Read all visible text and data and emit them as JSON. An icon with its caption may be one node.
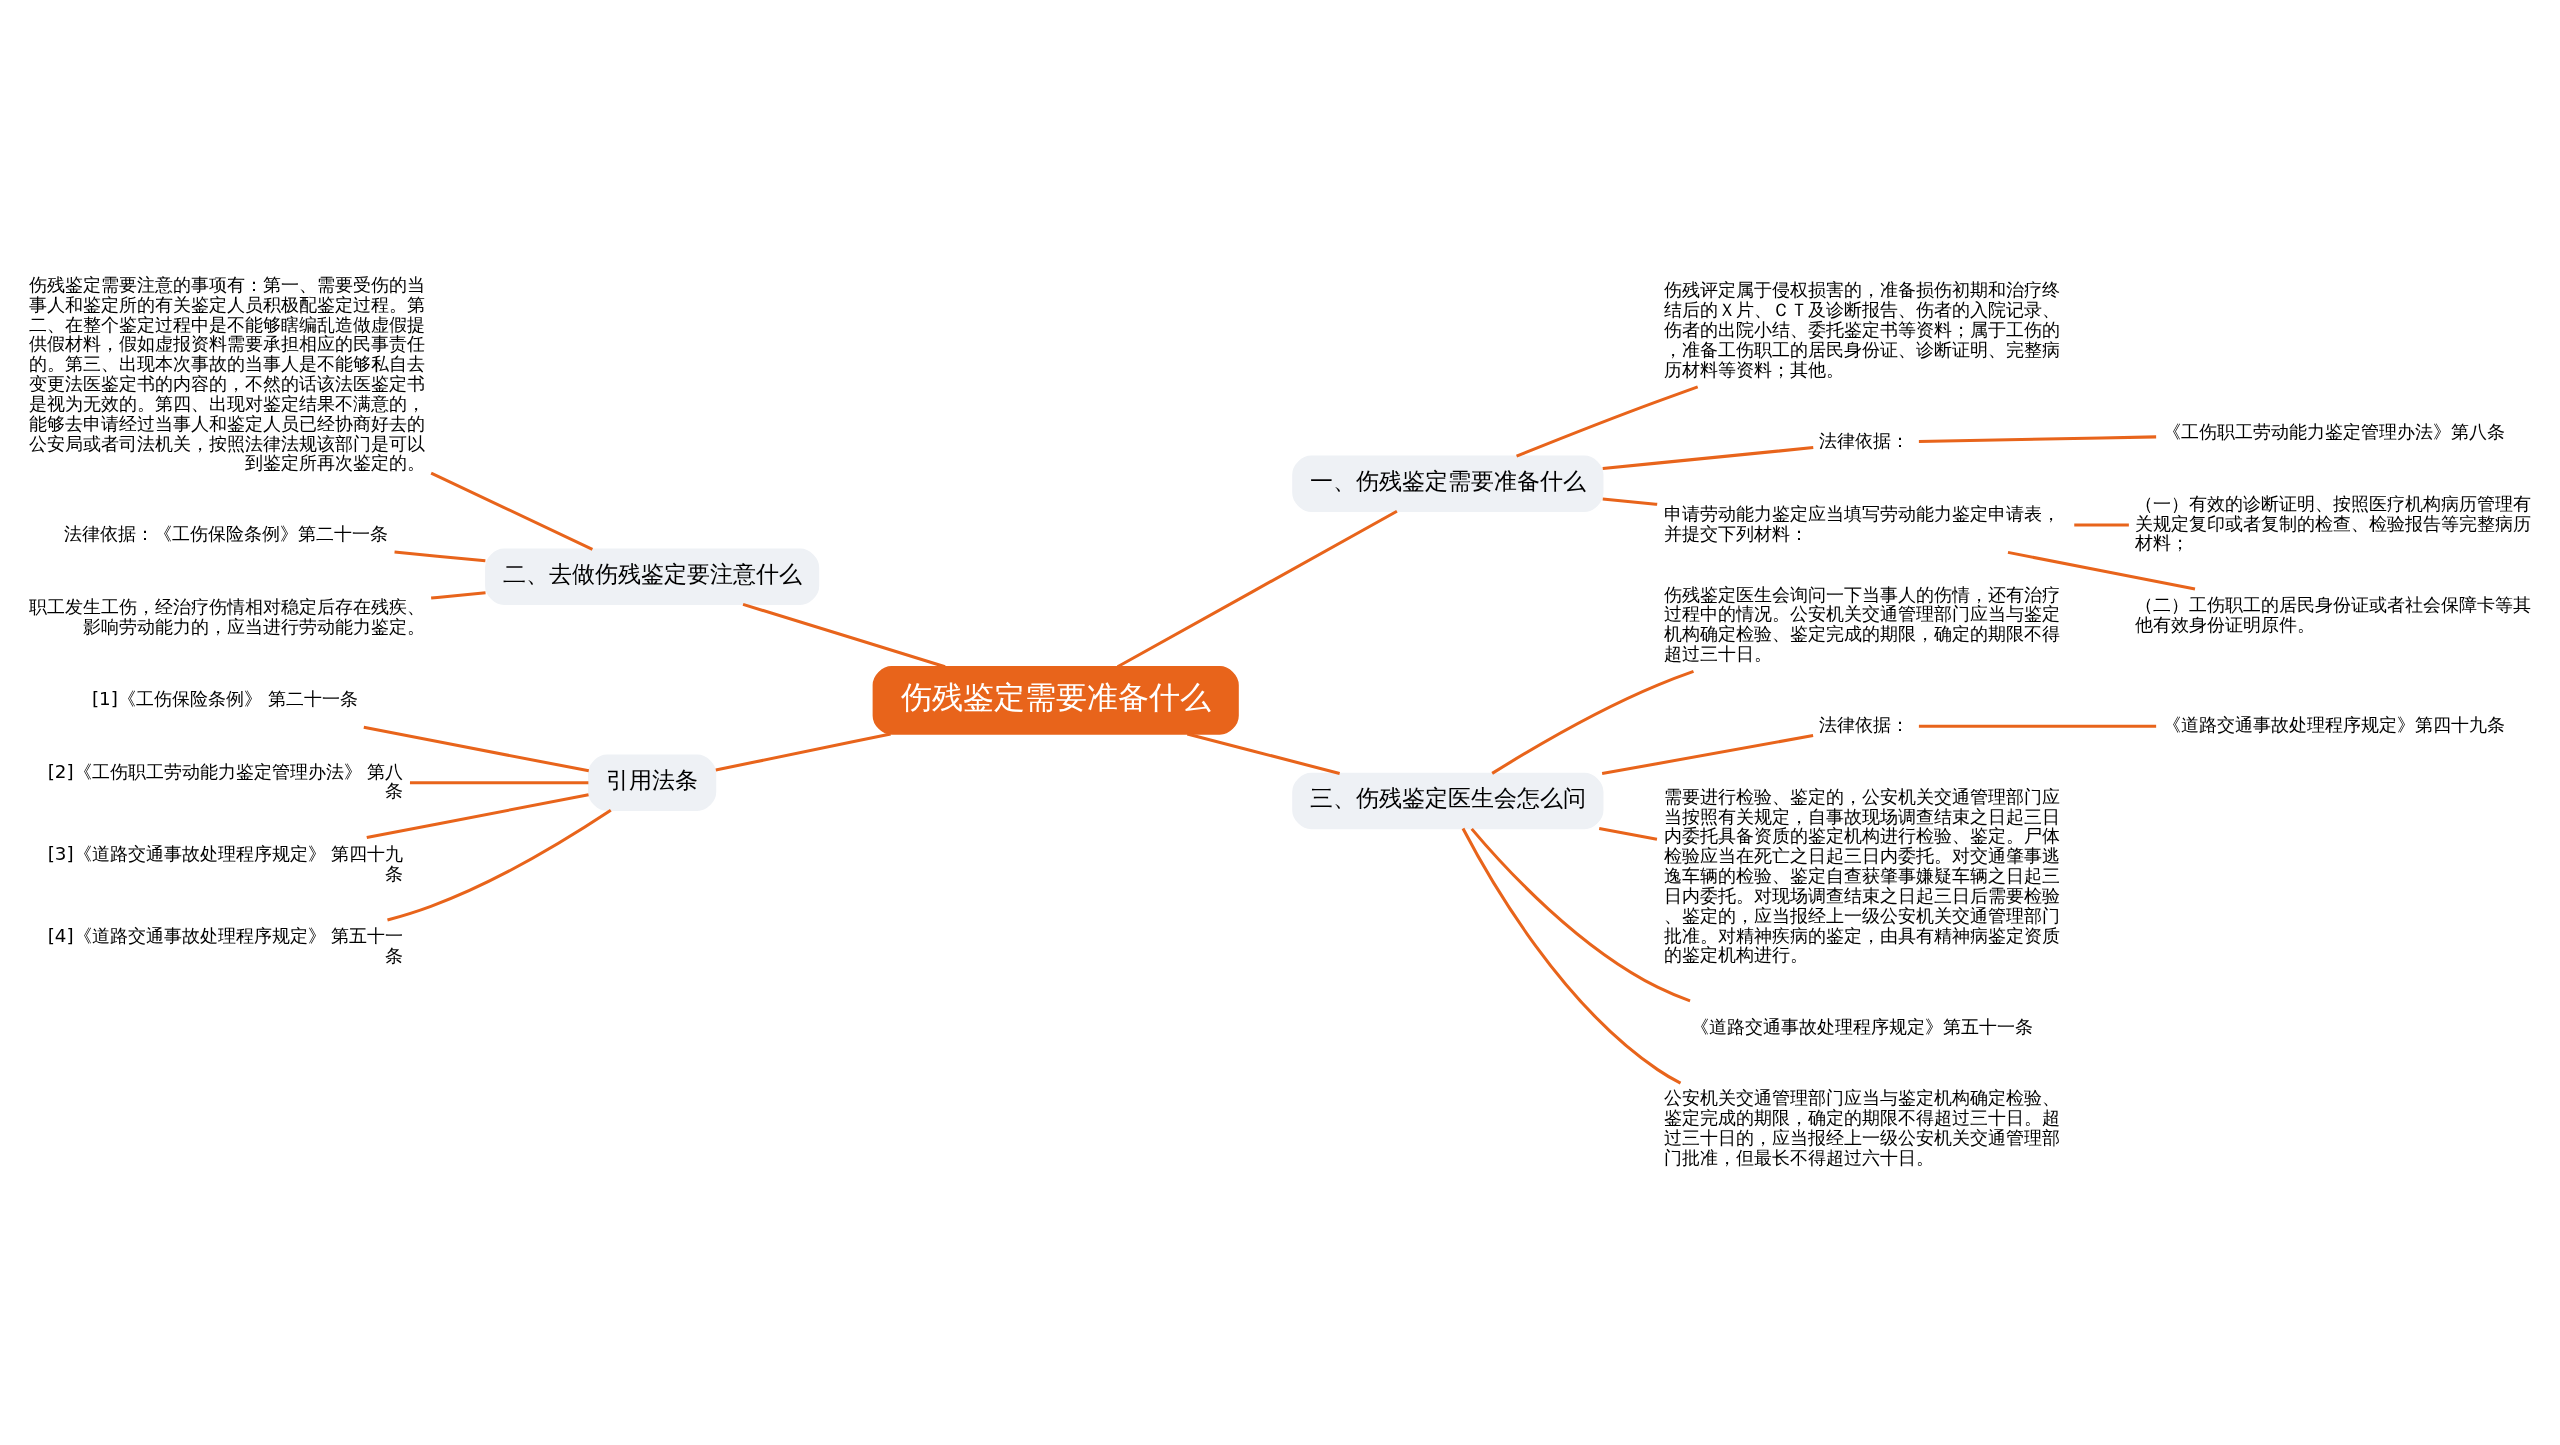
{
  "diagram": {
    "nodes": [
      {
        "text": [
          "伤残鉴定需要准备什么"
        ]
      },
      {
        "text": [
          "一、伤残鉴定需要准备什么"
        ]
      },
      {
        "text": [
          "伤残评定属于侵权损害的，准备损伤初期和治疗终结后的Ｘ片、ＣＴ及诊断报告、伤者的入院记录、伤者的出院小结、委托鉴定书等资料；属于工伤的，准备工伤职工的居民身份证、诊断证明、完整病历材料等资料；其他。"
        ]
      },
      {
        "text": [
          "法律依据："
        ]
      },
      {
        "text": [
          "《工伤职工劳动能力鉴定管理办法》第八条"
        ]
      },
      {
        "text": [
          "申请劳动能力鉴定应当填写劳动能力鉴定申请表，并提交下列材料："
        ]
      },
      {
        "text": [
          "（一）有效的诊断证明、按照医疗机构病历管理有关规定复印或者复制的检查、检验报告等完整病历材料；"
        ]
      },
      {
        "text": [
          "（二）工伤职工的居民身份证或者社会保障卡等其他有效身份证明原件。"
        ]
      },
      {
        "text": [
          "三、伤残鉴定医生会怎么问"
        ]
      },
      {
        "text": [
          "伤残鉴定医生会询问一下当事人的伤情，还有治疗过程中的情况。公安机关交通管理部门应当与鉴定机构确定检验、鉴定完成的期限，确定的期限不得超过三十日。"
        ]
      },
      {
        "text": [
          "法律依据："
        ]
      },
      {
        "text": [
          "《道路交通事故处理程序规定》第四十九条"
        ]
      },
      {
        "text": [
          "需要进行检验、鉴定的，公安机关交通管理部门应当按照有关规定，自事故现场调查结束之日起三日内委托具备资质的鉴定机构进行检验、鉴定。尸体检验应当在死亡之日起三日内委托。对交通肇事逃逸车辆的检验、鉴定自查获肇事嫌疑车辆之日起三日内委托。对现场调查结束之日起三日后需要检验、鉴定的，应当报经上一级公安机关交通管理部门批准。对精神疾病的鉴定，由具有精神病鉴定资质的鉴定机构进行。"
        ]
      },
      {
        "text": [
          "《道路交通事故处理程序规定》第五十一条"
        ]
      },
      {
        "text": [
          "公安机关交通管理部门应当与鉴定机构确定检验、鉴定完成的期限，确定的期限不得超过三十日。超过三十日的，应当报经上一级公安机关交通管理部门批准，但最长不得超过六十日。"
        ]
      },
      {
        "text": [
          "二、去做伤残鉴定要注意什么"
        ]
      },
      {
        "text": [
          "伤残鉴定需要注意的事项有：第一、需要受伤的当事人和鉴定所的有关鉴定人员积极配鉴定过程。第二、在整个鉴定过程中是不能够瞎编乱造做虚假提供假材料，假如虚报资料需要承担相应的民事责任的。第三、出现本次事故的当事人是不能够私自去变更法医鉴定书的内容的，不然的话该法医鉴定书是视为无效的。第四、出现对鉴定结果不满意的，能够去申请经过当事人和鉴定人员已经协商好去的公安局或者司法机关，按照法律法规该部门是可以到鉴定所再次鉴定的。"
        ]
      },
      {
        "text": [
          "法律依据：《工伤保险条例》第二十一条"
        ]
      },
      {
        "text": [
          "职工发生工伤，经治疗伤情相对稳定后存在残疾、影响劳动能力的，应当进行劳动能力鉴定。"
        ]
      },
      {
        "text": [
          "引用法条"
        ]
      },
      {
        "text": [
          "[1]《工伤保险条例》 第二十一条"
        ]
      },
      {
        "text": [
          "[2]《工伤职工劳动能力鉴定管理办法》 第八条"
        ]
      },
      {
        "text": [
          "[3]《道路交通事故处理程序规定》 第四十九条"
        ]
      },
      {
        "text": [
          "[4]《道路交通事故处理程序规定》 第五十一条"
        ]
      }
    ],
    "edges": [
      {
        "from": 0,
        "to": 1,
        "arrow": "none"
      },
      {
        "from": 1,
        "to": 2,
        "arrow": "none"
      },
      {
        "from": 1,
        "to": 3,
        "arrow": "none"
      },
      {
        "from": 3,
        "to": 4,
        "arrow": "none"
      },
      {
        "from": 1,
        "to": 5,
        "arrow": "none"
      },
      {
        "from": 5,
        "to": 6,
        "arrow": "none"
      },
      {
        "from": 5,
        "to": 7,
        "arrow": "none"
      },
      {
        "from": 0,
        "to": 8,
        "arrow": "none"
      },
      {
        "from": 8,
        "to": 9,
        "arrow": "none"
      },
      {
        "from": 8,
        "to": 10,
        "arrow": "none"
      },
      {
        "from": 10,
        "to": 11,
        "arrow": "none"
      },
      {
        "from": 8,
        "to": 12,
        "arrow": "none"
      },
      {
        "from": 8,
        "to": 13,
        "arrow": "none"
      },
      {
        "from": 8,
        "to": 14,
        "arrow": "none"
      },
      {
        "from": 0,
        "to": 15,
        "arrow": "none"
      },
      {
        "from": 15,
        "to": 16,
        "arrow": "none"
      },
      {
        "from": 15,
        "to": 17,
        "arrow": "none"
      },
      {
        "from": 15,
        "to": 18,
        "arrow": "none"
      },
      {
        "from": 0,
        "to": 19,
        "arrow": "none"
      },
      {
        "from": 19,
        "to": 20,
        "arrow": "none"
      },
      {
        "from": 19,
        "to": 21,
        "arrow": "none"
      },
      {
        "from": 19,
        "to": 22,
        "arrow": "none"
      },
      {
        "from": 19,
        "to": 23,
        "arrow": "none"
      }
    ]
  }
}
